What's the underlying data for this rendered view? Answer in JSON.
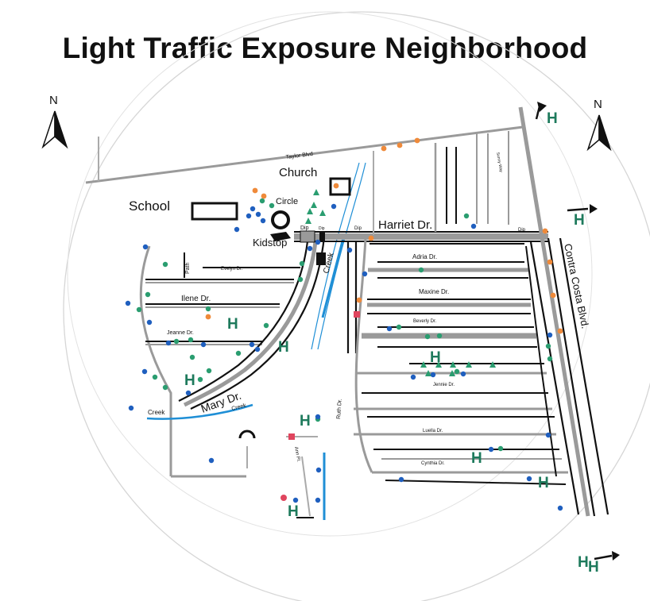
{
  "title": "Light Traffic Exposure Neighborhood",
  "north_label": "N",
  "h_label": "H",
  "roads": {
    "taylor": "Taylor Blvd",
    "harriet": "Harriet Dr.",
    "contra_costa": "Contra Costa Blvd.",
    "adria": "Adria Dr.",
    "maxine": "Maxine Dr.",
    "beverly": "Beverly Dr.",
    "jennie": "Jennie Dr.",
    "luella": "Luella Dr.",
    "cynthia": "Cynthia Dr.",
    "ruth": "Ruth Dr.",
    "evelyn": "Evelyn Dr.",
    "ilene": "Ilene Dr.",
    "jeanne": "Jeanne Dr.",
    "mary": "Mary Dr.",
    "path": "Path",
    "sunny": "Sunny Way",
    "creek_road": "Creek",
    "creek_water": "Creek",
    "creek_small": "Creek",
    "dip1": "Dip",
    "dip2": "Dip",
    "dip3": "Dip",
    "dip4": "Dip",
    "side_road": "Ann Pl."
  },
  "landmarks": {
    "church": "Church",
    "school": "School",
    "circle": "Circle",
    "kidstop": "Kidstop"
  },
  "colors": {
    "road": "#9a9a9a",
    "road_outline": "#111111",
    "water": "#1f8fd6",
    "green_marker": "#2a9d70",
    "blue_marker": "#1f5fbf",
    "orange_marker": "#ef8a3a",
    "red_marker": "#e0455e",
    "h_marker": "#1e7a5c",
    "ring": "#cfcfcf"
  }
}
